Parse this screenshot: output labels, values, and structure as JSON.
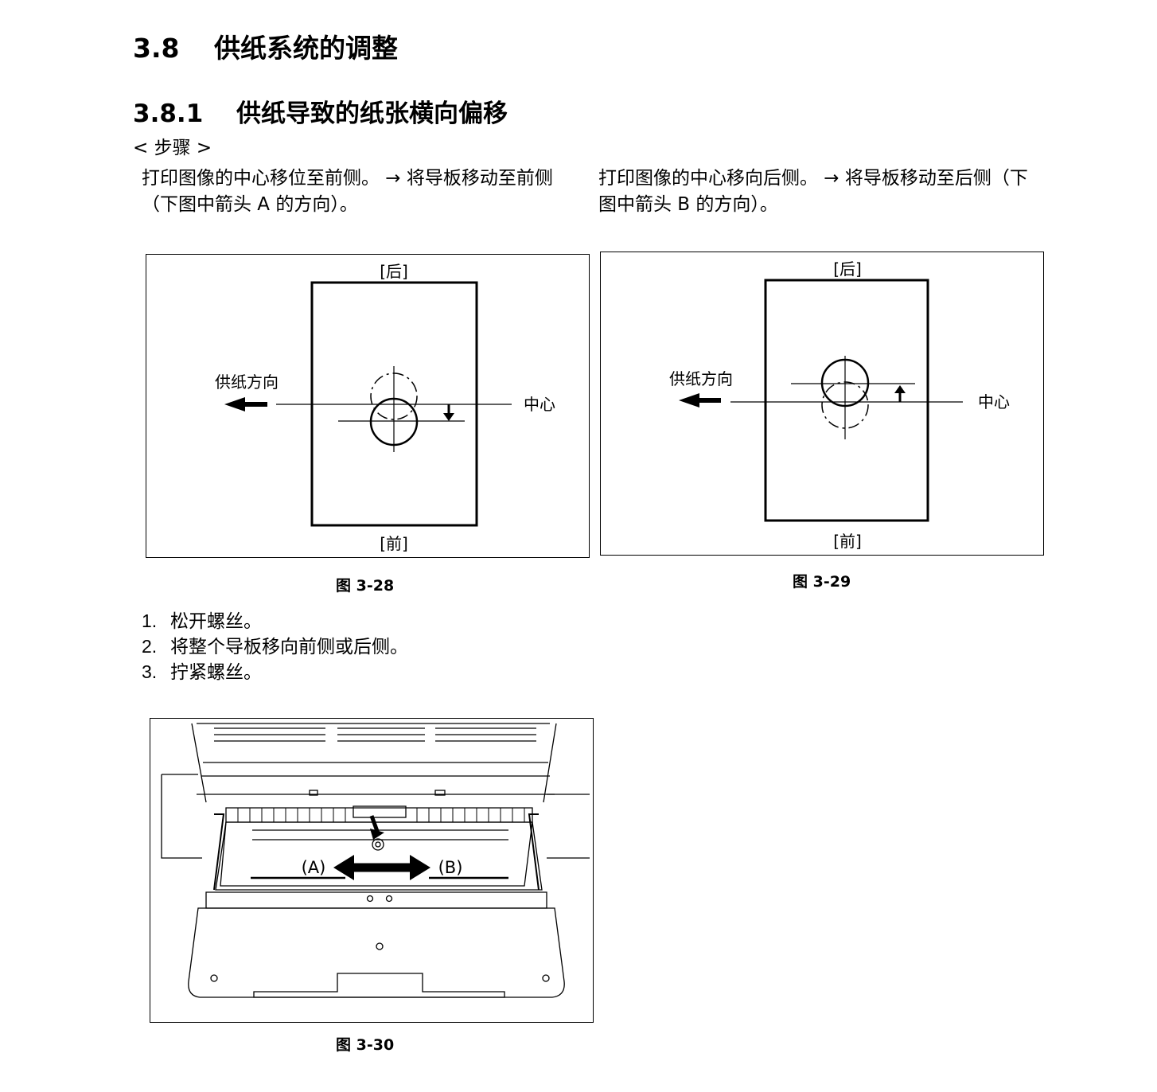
{
  "section": {
    "number": "3.8",
    "title": "供纸系统的调整"
  },
  "subsection": {
    "number": "3.8.1",
    "title": "供纸导致的纸张横向偏移"
  },
  "steps_label": "< 步骤 >",
  "para_left": "打印图像的中心移位至前侧。 → 将导板移动至前侧 （下图中箭头 A 的方向）。",
  "para_right": "打印图像的中心移向后侧。 → 将导板移动至后侧（下图中箭头 B 的方向）。",
  "fig28": {
    "top_label": "[后]",
    "bottom_label": "[前]",
    "feed_label": "供纸方向",
    "center_label": "中心",
    "caption": "图 3-28"
  },
  "fig29": {
    "top_label": "[后]",
    "bottom_label": "[前]",
    "feed_label": "供纸方向",
    "center_label": "中心",
    "caption": "图 3-29"
  },
  "steps": [
    {
      "n": "1.",
      "text": "松开螺丝。"
    },
    {
      "n": "2.",
      "text": "将整个导板移向前侧或后侧。"
    },
    {
      "n": "3.",
      "text": "拧紧螺丝。"
    }
  ],
  "fig30": {
    "label_a": "(A)",
    "label_b": "(B)",
    "caption": "图 3-30"
  }
}
